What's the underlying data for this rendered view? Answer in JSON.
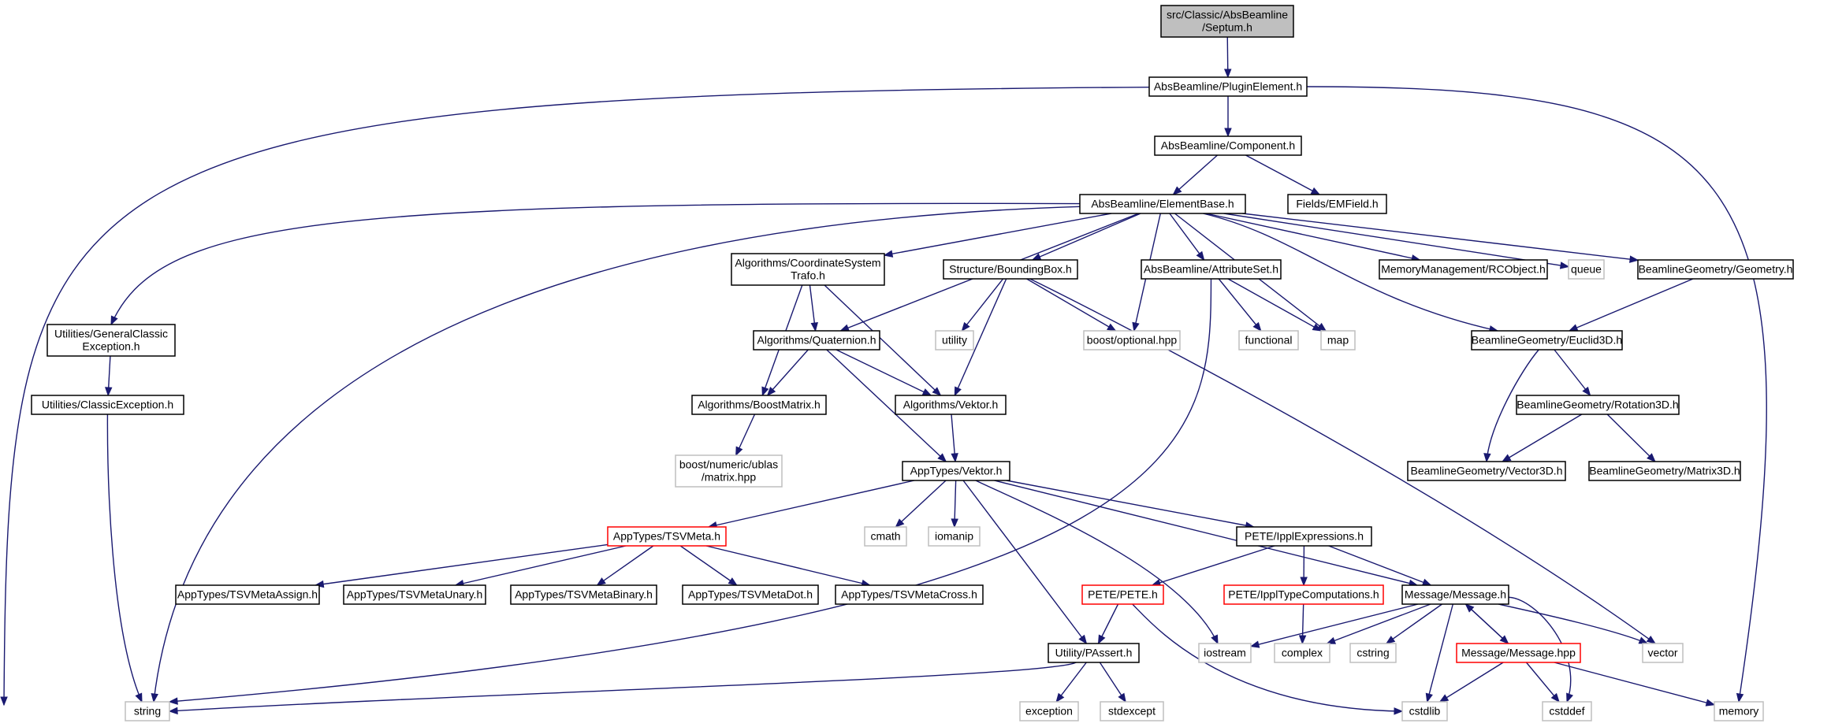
{
  "colors": {
    "edge": "#191970",
    "root_fill": "#bfbfbf",
    "normal_border": "#000000",
    "truncated_border": "#ff0000",
    "external_border": "#bfbfbf",
    "text": "#000000",
    "background": "#ffffff"
  },
  "nodes": [
    {
      "id": "septum",
      "lines": [
        "src/Classic/AbsBeamline",
        "/Septum.h"
      ],
      "kind": "root"
    },
    {
      "id": "plugin",
      "lines": [
        "AbsBeamline/PluginElement.h"
      ],
      "kind": "normal"
    },
    {
      "id": "component",
      "lines": [
        "AbsBeamline/Component.h"
      ],
      "kind": "normal"
    },
    {
      "id": "elementbase",
      "lines": [
        "AbsBeamline/ElementBase.h"
      ],
      "kind": "normal"
    },
    {
      "id": "emfield",
      "lines": [
        "Fields/EMField.h"
      ],
      "kind": "normal"
    },
    {
      "id": "coordtrafo",
      "lines": [
        "Algorithms/CoordinateSystem",
        "Trafo.h"
      ],
      "kind": "normal"
    },
    {
      "id": "boundingbox",
      "lines": [
        "Structure/BoundingBox.h"
      ],
      "kind": "normal"
    },
    {
      "id": "attributeset",
      "lines": [
        "AbsBeamline/AttributeSet.h"
      ],
      "kind": "normal"
    },
    {
      "id": "rcobject",
      "lines": [
        "MemoryManagement/RCObject.h"
      ],
      "kind": "normal"
    },
    {
      "id": "queue",
      "lines": [
        "queue"
      ],
      "kind": "external"
    },
    {
      "id": "geometry",
      "lines": [
        "BeamlineGeometry/Geometry.h"
      ],
      "kind": "normal"
    },
    {
      "id": "genclassicexc",
      "lines": [
        "Utilities/GeneralClassic",
        "Exception.h"
      ],
      "kind": "normal"
    },
    {
      "id": "quaternion",
      "lines": [
        "Algorithms/Quaternion.h"
      ],
      "kind": "normal"
    },
    {
      "id": "utility",
      "lines": [
        "utility"
      ],
      "kind": "external"
    },
    {
      "id": "boostoptional",
      "lines": [
        "boost/optional.hpp"
      ],
      "kind": "external"
    },
    {
      "id": "functional",
      "lines": [
        "functional"
      ],
      "kind": "external"
    },
    {
      "id": "map",
      "lines": [
        "map"
      ],
      "kind": "external"
    },
    {
      "id": "euclid3d",
      "lines": [
        "BeamlineGeometry/Euclid3D.h"
      ],
      "kind": "normal"
    },
    {
      "id": "classicexc",
      "lines": [
        "Utilities/ClassicException.h"
      ],
      "kind": "normal"
    },
    {
      "id": "boostmatrix",
      "lines": [
        "Algorithms/BoostMatrix.h"
      ],
      "kind": "normal"
    },
    {
      "id": "algvektor",
      "lines": [
        "Algorithms/Vektor.h"
      ],
      "kind": "normal"
    },
    {
      "id": "rotation3d",
      "lines": [
        "BeamlineGeometry/Rotation3D.h"
      ],
      "kind": "normal"
    },
    {
      "id": "ublasmatrix",
      "lines": [
        "boost/numeric/ublas",
        "/matrix.hpp"
      ],
      "kind": "external"
    },
    {
      "id": "appvektor",
      "lines": [
        "AppTypes/Vektor.h"
      ],
      "kind": "normal"
    },
    {
      "id": "vector3d",
      "lines": [
        "BeamlineGeometry/Vector3D.h"
      ],
      "kind": "normal"
    },
    {
      "id": "matrix3d",
      "lines": [
        "BeamlineGeometry/Matrix3D.h"
      ],
      "kind": "normal"
    },
    {
      "id": "tsvmeta",
      "lines": [
        "AppTypes/TSVMeta.h"
      ],
      "kind": "truncated"
    },
    {
      "id": "cmath",
      "lines": [
        "cmath"
      ],
      "kind": "external"
    },
    {
      "id": "iomanip",
      "lines": [
        "iomanip"
      ],
      "kind": "external"
    },
    {
      "id": "ipplexpr",
      "lines": [
        "PETE/IpplExpressions.h"
      ],
      "kind": "normal"
    },
    {
      "id": "tsvassign",
      "lines": [
        "AppTypes/TSVMetaAssign.h"
      ],
      "kind": "normal"
    },
    {
      "id": "tsvunary",
      "lines": [
        "AppTypes/TSVMetaUnary.h"
      ],
      "kind": "normal"
    },
    {
      "id": "tsvbinary",
      "lines": [
        "AppTypes/TSVMetaBinary.h"
      ],
      "kind": "normal"
    },
    {
      "id": "tsvdot",
      "lines": [
        "AppTypes/TSVMetaDot.h"
      ],
      "kind": "normal"
    },
    {
      "id": "tsvcross",
      "lines": [
        "AppTypes/TSVMetaCross.h"
      ],
      "kind": "normal"
    },
    {
      "id": "pete",
      "lines": [
        "PETE/PETE.h"
      ],
      "kind": "truncated"
    },
    {
      "id": "ippltypecomp",
      "lines": [
        "PETE/IpplTypeComputations.h"
      ],
      "kind": "truncated"
    },
    {
      "id": "message",
      "lines": [
        "Message/Message.h"
      ],
      "kind": "normal"
    },
    {
      "id": "passert",
      "lines": [
        "Utility/PAssert.h"
      ],
      "kind": "normal"
    },
    {
      "id": "iostream",
      "lines": [
        "iostream"
      ],
      "kind": "external"
    },
    {
      "id": "complex",
      "lines": [
        "complex"
      ],
      "kind": "external"
    },
    {
      "id": "cstring",
      "lines": [
        "cstring"
      ],
      "kind": "external"
    },
    {
      "id": "messagehpp",
      "lines": [
        "Message/Message.hpp"
      ],
      "kind": "truncated"
    },
    {
      "id": "vector",
      "lines": [
        "vector"
      ],
      "kind": "external"
    },
    {
      "id": "string",
      "lines": [
        "string"
      ],
      "kind": "external"
    },
    {
      "id": "exception",
      "lines": [
        "exception"
      ],
      "kind": "external"
    },
    {
      "id": "stdexcept",
      "lines": [
        "stdexcept"
      ],
      "kind": "external"
    },
    {
      "id": "cstdlib",
      "lines": [
        "cstdlib"
      ],
      "kind": "external"
    },
    {
      "id": "cstddef",
      "lines": [
        "cstddef"
      ],
      "kind": "external"
    },
    {
      "id": "memory",
      "lines": [
        "memory"
      ],
      "kind": "external"
    }
  ],
  "edges": [
    [
      "septum",
      "plugin"
    ],
    [
      "plugin",
      "component"
    ],
    [
      "plugin",
      "string"
    ],
    [
      "plugin",
      "memory"
    ],
    [
      "component",
      "elementbase"
    ],
    [
      "component",
      "emfield"
    ],
    [
      "elementbase",
      "coordtrafo"
    ],
    [
      "elementbase",
      "boundingbox"
    ],
    [
      "elementbase",
      "attributeset"
    ],
    [
      "elementbase",
      "rcobject"
    ],
    [
      "elementbase",
      "queue"
    ],
    [
      "elementbase",
      "geometry"
    ],
    [
      "elementbase",
      "genclassicexc"
    ],
    [
      "elementbase",
      "quaternion"
    ],
    [
      "elementbase",
      "boostoptional"
    ],
    [
      "elementbase",
      "map"
    ],
    [
      "elementbase",
      "euclid3d"
    ],
    [
      "elementbase",
      "string"
    ],
    [
      "coordtrafo",
      "quaternion"
    ],
    [
      "coordtrafo",
      "boostmatrix"
    ],
    [
      "coordtrafo",
      "algvektor"
    ],
    [
      "boundingbox",
      "utility"
    ],
    [
      "boundingbox",
      "boostoptional"
    ],
    [
      "boundingbox",
      "algvektor"
    ],
    [
      "boundingbox",
      "vector"
    ],
    [
      "attributeset",
      "functional"
    ],
    [
      "attributeset",
      "map"
    ],
    [
      "attributeset",
      "string"
    ],
    [
      "geometry",
      "euclid3d"
    ],
    [
      "genclassicexc",
      "classicexc"
    ],
    [
      "classicexc",
      "string"
    ],
    [
      "quaternion",
      "boostmatrix"
    ],
    [
      "quaternion",
      "algvektor"
    ],
    [
      "quaternion",
      "appvektor"
    ],
    [
      "euclid3d",
      "rotation3d"
    ],
    [
      "euclid3d",
      "vector3d"
    ],
    [
      "rotation3d",
      "vector3d"
    ],
    [
      "rotation3d",
      "matrix3d"
    ],
    [
      "boostmatrix",
      "ublasmatrix"
    ],
    [
      "algvektor",
      "appvektor"
    ],
    [
      "appvektor",
      "tsvmeta"
    ],
    [
      "appvektor",
      "cmath"
    ],
    [
      "appvektor",
      "iomanip"
    ],
    [
      "appvektor",
      "ipplexpr"
    ],
    [
      "appvektor",
      "message"
    ],
    [
      "appvektor",
      "passert"
    ],
    [
      "appvektor",
      "iostream"
    ],
    [
      "tsvmeta",
      "tsvassign"
    ],
    [
      "tsvmeta",
      "tsvunary"
    ],
    [
      "tsvmeta",
      "tsvbinary"
    ],
    [
      "tsvmeta",
      "tsvdot"
    ],
    [
      "tsvmeta",
      "tsvcross"
    ],
    [
      "ipplexpr",
      "pete"
    ],
    [
      "ipplexpr",
      "ippltypecomp"
    ],
    [
      "ipplexpr",
      "message"
    ],
    [
      "pete",
      "passert"
    ],
    [
      "pete",
      "cstdlib"
    ],
    [
      "ippltypecomp",
      "complex"
    ],
    [
      "message",
      "iostream"
    ],
    [
      "message",
      "complex"
    ],
    [
      "message",
      "cstring"
    ],
    [
      "message",
      "messagehpp"
    ],
    [
      "message",
      "vector"
    ],
    [
      "message",
      "cstdlib"
    ],
    [
      "message",
      "cstddef"
    ],
    [
      "messagehpp",
      "message"
    ],
    [
      "messagehpp",
      "cstdlib"
    ],
    [
      "messagehpp",
      "cstddef"
    ],
    [
      "messagehpp",
      "memory"
    ],
    [
      "passert",
      "string"
    ],
    [
      "passert",
      "exception"
    ],
    [
      "passert",
      "stdexcept"
    ]
  ]
}
